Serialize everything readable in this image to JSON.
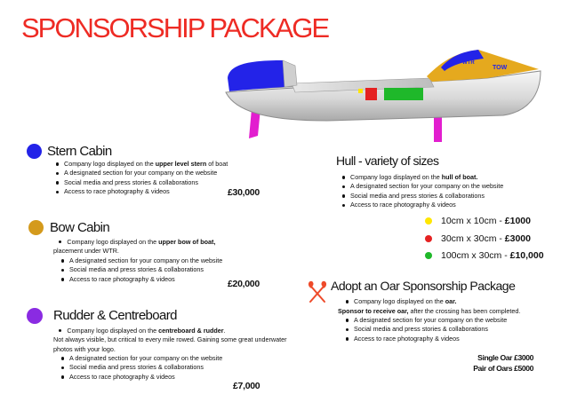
{
  "page": {
    "title": "SPONSORSHIP PACKAGE"
  },
  "colors": {
    "title": "#ee2b24",
    "stern_dot": "#2323e8",
    "bow_dot": "#d49a1c",
    "rudder_dot": "#8a2be2",
    "stern_zone": "#2323e8",
    "bow_zone": "#e5a91e",
    "rudder_fin": "#e21ecf",
    "hull_yellow": "#ffe600",
    "hull_red": "#e52222",
    "hull_green": "#1fb82a"
  },
  "stern": {
    "title": "Stern Cabin",
    "bullets": [
      {
        "pre": "Company logo displayed on the ",
        "bold": "upper level stern",
        "post": " of boat"
      },
      {
        "pre": "A designated section for your company on the website",
        "bold": "",
        "post": ""
      },
      {
        "pre": "Social media and press stories & collaborations",
        "bold": "",
        "post": ""
      },
      {
        "pre": "Access to race photography & videos",
        "bold": "",
        "post": ""
      }
    ],
    "price": "£30,000"
  },
  "bow": {
    "title": "Bow Cabin",
    "intro_pre": "Company logo displayed on the ",
    "intro_bold": "upper bow of boat,",
    "intro_post": "placement under WTR.",
    "bullets": [
      "A designated section for your company on the website",
      "Social media and press stories & collaborations",
      "Access to race photography & videos"
    ],
    "price": "£20,000"
  },
  "rudder": {
    "title": "Rudder & Centreboard",
    "intro_pre": "Company logo displayed on the ",
    "intro_bold": "centreboard & rudder",
    "intro_dot": ".",
    "note_line1": "Not always visible, but critical to every mile rowed. Gaining some great underwater",
    "note_line2": "photos with your logo.",
    "bullets": [
      "A designated section for your company on the website",
      "Social media and press stories & collaborations",
      "Access to race photography & videos"
    ],
    "price": "£7,000"
  },
  "hull": {
    "title": "Hull - variety of sizes",
    "bullets": [
      {
        "pre": "Company logo displayed on the ",
        "bold": "hull of boat.",
        "post": ""
      },
      {
        "pre": "A designated section for your company on the website",
        "bold": "",
        "post": ""
      },
      {
        "pre": "Social media and press stories & collaborations",
        "bold": "",
        "post": ""
      },
      {
        "pre": "Access to race photography & videos",
        "bold": "",
        "post": ""
      }
    ],
    "options": [
      {
        "size": "10cm x 10cm - ",
        "price": "£1000",
        "color": "#ffe600"
      },
      {
        "size": "30cm x 30cm - ",
        "price": "£3000",
        "color": "#e52222"
      },
      {
        "size": "100cm x 30cm - ",
        "price": "£10,000",
        "color": "#1fb82a"
      }
    ]
  },
  "oar": {
    "title": "Adopt an Oar Sponsorship Package",
    "bullet1_pre": "Company logo displayed on the ",
    "bullet1_bold": "oar.",
    "sponsor_bold": "Sponsor to receive oar,",
    "sponsor_post": " after the crossing has been completed.",
    "bullets": [
      "A designated section for your company on the website",
      "Social media and press stories & collaborations",
      "Access to race photography & videos"
    ],
    "single": "Single Oar £3000",
    "pair": "Pair of Oars £5000"
  },
  "boat_image": {
    "logo_text": "WTR",
    "tow_text": "TOW"
  }
}
